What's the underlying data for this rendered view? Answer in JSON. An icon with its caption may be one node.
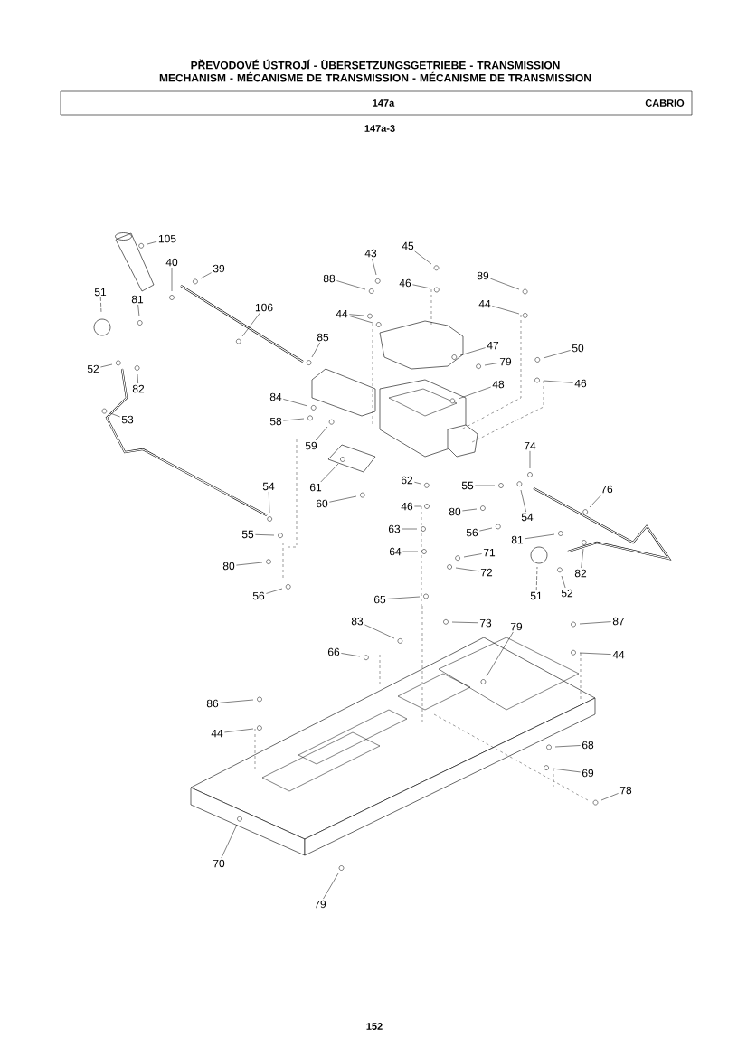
{
  "diagram": {
    "title": "PŘEVODOVÉ ÚSTROJÍ - ÜBERSETZUNGSGETRIEBE - TRANSMISSION MECHANISM - MÉCANISME DE TRANSMISSION - MÉCANISME DE TRANSMISSION",
    "nodes": [
      {
        "text": [
          "105"
        ]
      },
      {
        "text": [
          "45"
        ]
      },
      {
        "text": [
          "43"
        ]
      },
      {
        "text": [
          "40"
        ]
      },
      {
        "text": [
          "39"
        ]
      },
      {
        "text": [
          "89"
        ]
      },
      {
        "text": [
          "88"
        ]
      },
      {
        "text": [
          "46"
        ]
      },
      {
        "text": [
          "51"
        ]
      },
      {
        "text": [
          "81"
        ]
      },
      {
        "text": [
          "44"
        ]
      },
      {
        "text": [
          "106"
        ]
      },
      {
        "text": [
          "44"
        ]
      },
      {
        "text": [
          "85"
        ]
      },
      {
        "text": [
          "47"
        ]
      },
      {
        "text": [
          "50"
        ]
      },
      {
        "text": [
          "79"
        ]
      },
      {
        "text": [
          "52"
        ]
      },
      {
        "text": [
          "46"
        ]
      },
      {
        "text": [
          "48"
        ]
      },
      {
        "text": [
          "82"
        ]
      },
      {
        "text": [
          "84"
        ]
      },
      {
        "text": [
          "53"
        ]
      },
      {
        "text": [
          "58"
        ]
      },
      {
        "text": [
          "74"
        ]
      },
      {
        "text": [
          "59"
        ]
      },
      {
        "text": [
          "62"
        ]
      },
      {
        "text": [
          "55"
        ]
      },
      {
        "text": [
          "54"
        ]
      },
      {
        "text": [
          "61"
        ]
      },
      {
        "text": [
          "76"
        ]
      },
      {
        "text": [
          "60"
        ]
      },
      {
        "text": [
          "46"
        ]
      },
      {
        "text": [
          "80"
        ]
      },
      {
        "text": [
          "54"
        ]
      },
      {
        "text": [
          "63"
        ]
      },
      {
        "text": [
          "56"
        ]
      },
      {
        "text": [
          "55"
        ]
      },
      {
        "text": [
          "81"
        ]
      },
      {
        "text": [
          "71"
        ]
      },
      {
        "text": [
          "64"
        ]
      },
      {
        "text": [
          "80"
        ]
      },
      {
        "text": [
          "72"
        ]
      },
      {
        "text": [
          "82"
        ]
      },
      {
        "text": [
          "52"
        ]
      },
      {
        "text": [
          "51"
        ]
      },
      {
        "text": [
          "56"
        ]
      },
      {
        "text": [
          "65"
        ]
      },
      {
        "text": [
          "87"
        ]
      },
      {
        "text": [
          "73"
        ]
      },
      {
        "text": [
          "79"
        ]
      },
      {
        "text": [
          "83"
        ]
      },
      {
        "text": [
          "66"
        ]
      },
      {
        "text": [
          "44"
        ]
      },
      {
        "text": [
          "86"
        ]
      },
      {
        "text": [
          "44"
        ]
      },
      {
        "text": [
          "68"
        ]
      },
      {
        "text": [
          "69"
        ]
      },
      {
        "text": [
          "78"
        ]
      },
      {
        "text": [
          "70"
        ]
      },
      {
        "text": [
          "79"
        ]
      }
    ],
    "edges": [
      {
        "from": 0,
        "to": null,
        "arrow": "none"
      },
      {
        "from": 1,
        "to": null,
        "arrow": "none"
      },
      {
        "from": 2,
        "to": null,
        "arrow": "none"
      },
      {
        "from": 3,
        "to": null,
        "arrow": "none"
      },
      {
        "from": 4,
        "to": null,
        "arrow": "none"
      },
      {
        "from": 5,
        "to": null,
        "arrow": "none"
      },
      {
        "from": 6,
        "to": null,
        "arrow": "none"
      },
      {
        "from": 7,
        "to": null,
        "arrow": "none"
      },
      {
        "from": 8,
        "to": null,
        "arrow": "none",
        "style": "dashed"
      },
      {
        "from": 9,
        "to": null,
        "arrow": "none"
      },
      {
        "from": 10,
        "to": null,
        "arrow": "none"
      },
      {
        "from": 11,
        "to": null,
        "arrow": "none"
      },
      {
        "from": 12,
        "to": null,
        "arrow": "none"
      },
      {
        "from": 12,
        "to": null,
        "arrow": "none"
      },
      {
        "from": 13,
        "to": null,
        "arrow": "none"
      },
      {
        "from": 14,
        "to": null,
        "arrow": "none"
      },
      {
        "from": 15,
        "to": null,
        "arrow": "none"
      },
      {
        "from": 16,
        "to": null,
        "arrow": "none"
      },
      {
        "from": 17,
        "to": null,
        "arrow": "none"
      },
      {
        "from": 18,
        "to": null,
        "arrow": "none"
      },
      {
        "from": 19,
        "to": null,
        "arrow": "none"
      },
      {
        "from": 20,
        "to": null,
        "arrow": "none"
      },
      {
        "from": 21,
        "to": null,
        "arrow": "none"
      },
      {
        "from": 22,
        "to": null,
        "arrow": "none"
      },
      {
        "from": 23,
        "to": null,
        "arrow": "none"
      },
      {
        "from": 24,
        "to": null,
        "arrow": "none"
      },
      {
        "from": 25,
        "to": null,
        "arrow": "none"
      },
      {
        "from": 26,
        "to": null,
        "arrow": "none"
      },
      {
        "from": 27,
        "to": null,
        "arrow": "none"
      },
      {
        "from": 28,
        "to": null,
        "arrow": "none"
      },
      {
        "from": 29,
        "to": null,
        "arrow": "none"
      },
      {
        "from": 30,
        "to": null,
        "arrow": "none"
      },
      {
        "from": 31,
        "to": null,
        "arrow": "none"
      },
      {
        "from": 32,
        "to": null,
        "arrow": "none"
      },
      {
        "from": 33,
        "to": null,
        "arrow": "none"
      },
      {
        "from": 34,
        "to": null,
        "arrow": "none"
      },
      {
        "from": 35,
        "to": null,
        "arrow": "none"
      },
      {
        "from": 36,
        "to": null,
        "arrow": "none"
      },
      {
        "from": 37,
        "to": null,
        "arrow": "none"
      },
      {
        "from": 38,
        "to": null,
        "arrow": "none"
      },
      {
        "from": 39,
        "to": null,
        "arrow": "none"
      },
      {
        "from": 40,
        "to": null,
        "arrow": "none"
      },
      {
        "from": 41,
        "to": null,
        "arrow": "none"
      },
      {
        "from": 42,
        "to": null,
        "arrow": "none"
      },
      {
        "from": 43,
        "to": null,
        "arrow": "none"
      },
      {
        "from": 44,
        "to": null,
        "arrow": "none"
      },
      {
        "from": 45,
        "to": null,
        "arrow": "none",
        "style": "dashed"
      },
      {
        "from": 46,
        "to": null,
        "arrow": "none"
      },
      {
        "from": 47,
        "to": null,
        "arrow": "none"
      },
      {
        "from": 48,
        "to": null,
        "arrow": "none"
      },
      {
        "from": 49,
        "to": null,
        "arrow": "none"
      },
      {
        "from": 50,
        "to": null,
        "arrow": "none"
      },
      {
        "from": 51,
        "to": null,
        "arrow": "none"
      },
      {
        "from": 52,
        "to": null,
        "arrow": "none"
      },
      {
        "from": 53,
        "to": null,
        "arrow": "none"
      },
      {
        "from": 54,
        "to": null,
        "arrow": "none"
      },
      {
        "from": 55,
        "to": null,
        "arrow": "none"
      },
      {
        "from": 56,
        "to": null,
        "arrow": "none"
      },
      {
        "from": 57,
        "to": null,
        "arrow": "none"
      },
      {
        "from": 58,
        "to": null,
        "arrow": "none"
      },
      {
        "from": 59,
        "to": null,
        "arrow": "none"
      },
      {
        "from": 60,
        "to": null,
        "arrow": "none"
      }
    ],
    "labels": [
      "147a",
      "CABRIO",
      "147a-3",
      "152"
    ]
  }
}
